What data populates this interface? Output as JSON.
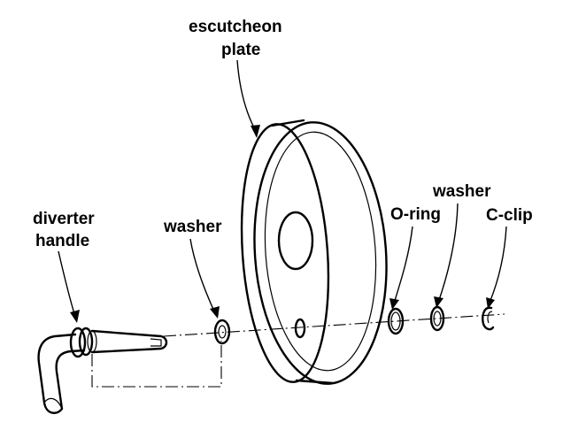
{
  "labels": {
    "escutcheon_line1": "escutcheon",
    "escutcheon_line2": "plate",
    "diverter_line1": "diverter",
    "diverter_line2": "handle",
    "washer_left": "washer",
    "oring": "O-ring",
    "washer_right": "washer",
    "cclip": "C-clip"
  },
  "colors": {
    "line": "#000000",
    "background": "#ffffff"
  }
}
